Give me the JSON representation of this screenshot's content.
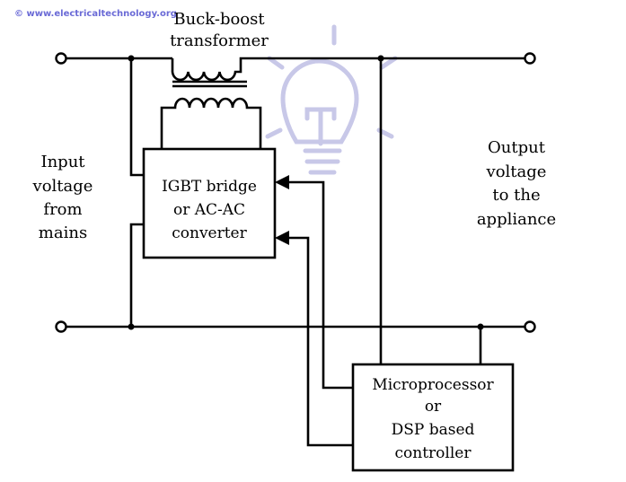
{
  "watermark": "© www.electricaltechnology.org",
  "transformer_label": [
    "Buck-boost",
    "transformer"
  ],
  "input_label": [
    "Input",
    "voltage",
    "from",
    "mains"
  ],
  "output_label": [
    "Output",
    "voltage",
    "to the",
    "appliance"
  ],
  "igbt_box": [
    "IGBT bridge",
    "or AC-AC",
    "converter"
  ],
  "controller_box": [
    "Microprocessor",
    "or",
    "DSP based",
    "controller"
  ],
  "colors": {
    "wire": "#000000",
    "watermark": "#6a6ad6",
    "bulb": "#c8c8e8"
  }
}
